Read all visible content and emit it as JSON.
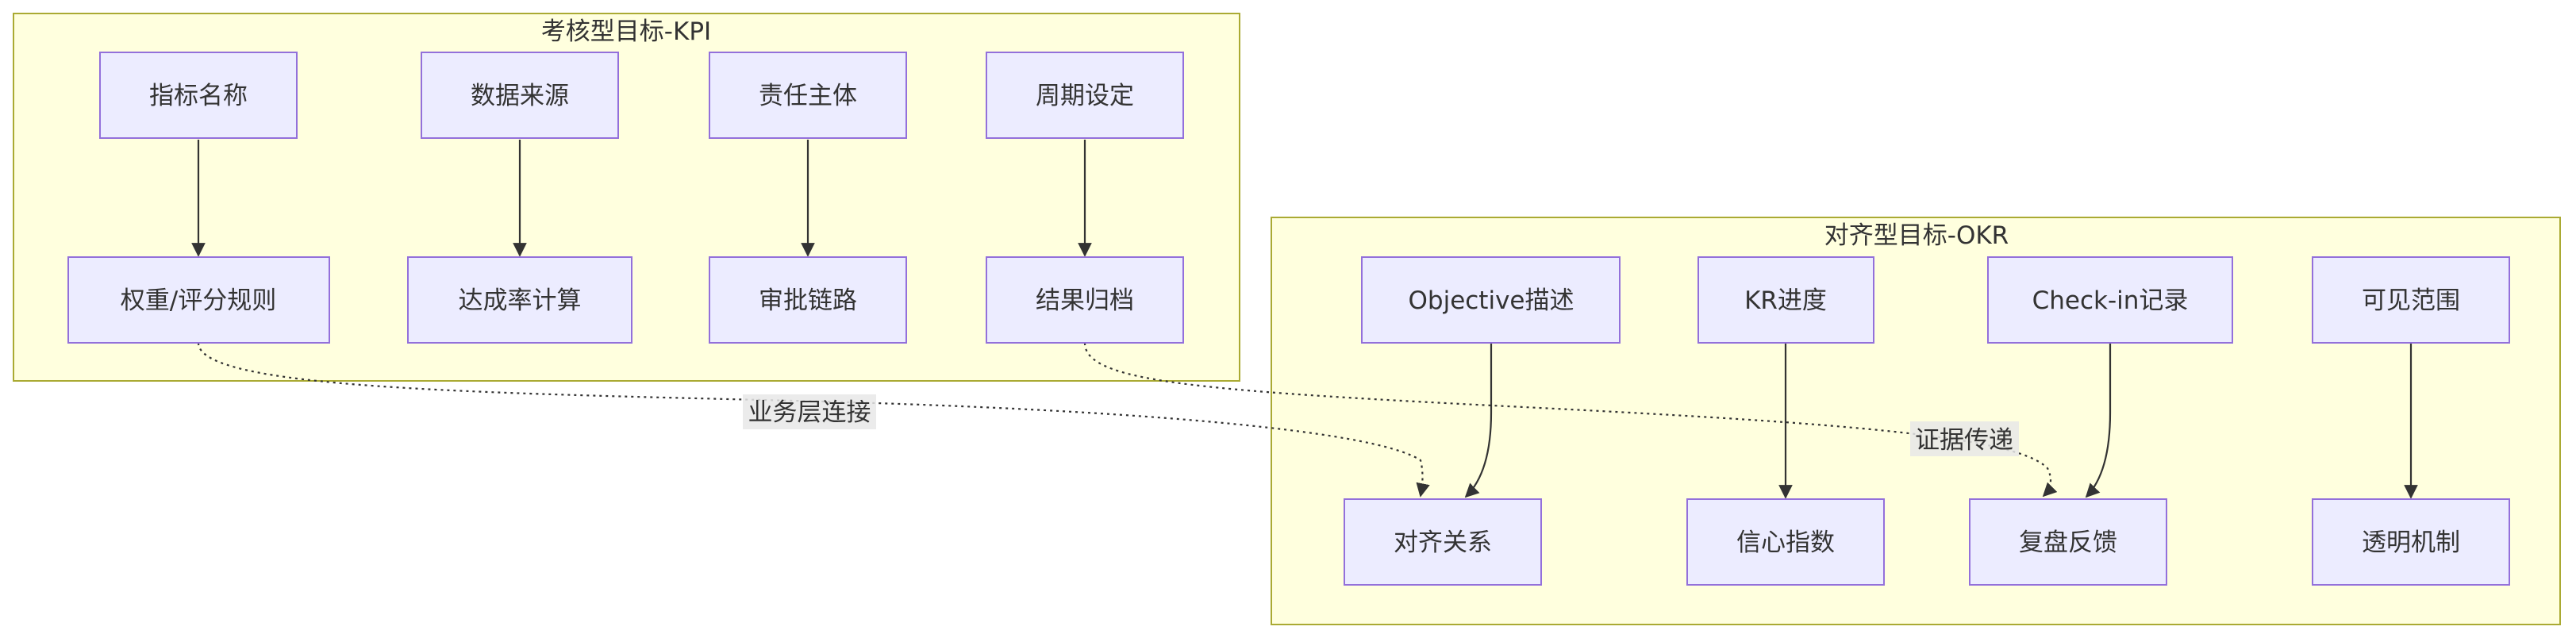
{
  "clusters": {
    "kpi": {
      "title": "考核型目标-KPI"
    },
    "okr": {
      "title": "对齐型目标-OKR"
    }
  },
  "nodes": {
    "kpi_name": "指标名称",
    "kpi_source": "数据来源",
    "kpi_owner": "责任主体",
    "kpi_period": "周期设定",
    "kpi_weight": "权重/评分规则",
    "kpi_rate": "达成率计算",
    "kpi_approval": "审批链路",
    "kpi_result": "结果归档",
    "okr_objective": "Objective描述",
    "okr_kr": "KR进度",
    "okr_checkin": "Check-in记录",
    "okr_visibility": "可见范围",
    "okr_alignment": "对齐关系",
    "okr_confidence": "信心指数",
    "okr_review": "复盘反馈",
    "okr_transparency": "透明机制"
  },
  "edges": {
    "business_link": "业务层连接",
    "evidence_pass": "证据传递"
  },
  "colors": {
    "cluster_fill": "#ffffde",
    "cluster_stroke": "#aaaa33",
    "node_fill": "#ececff",
    "node_stroke": "#9370db",
    "edge": "#333333"
  }
}
